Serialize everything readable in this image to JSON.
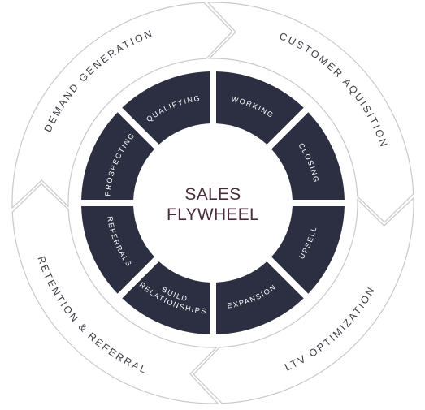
{
  "center": {
    "line1": "SALES",
    "line2": "FLYWHEEL"
  },
  "colors": {
    "segment": "#2c2f42",
    "center_text": "#4a2c3c",
    "outer_stroke": "#c9c9c9",
    "outer_text": "#3d3d47"
  },
  "outer_ring": [
    {
      "id": "customer-aquisition",
      "label": "CUSTOMER AQUISITION"
    },
    {
      "id": "ltv-optimization",
      "label": "LTV OPTIMIZATION"
    },
    {
      "id": "retention-referral",
      "label": "RETENTION & REFERRAL"
    },
    {
      "id": "demand-generation",
      "label": "DEMAND GENERATION"
    }
  ],
  "inner_ring": [
    {
      "id": "working",
      "lines": [
        "WORKING"
      ]
    },
    {
      "id": "closing",
      "lines": [
        "CLOSING"
      ]
    },
    {
      "id": "upsell",
      "lines": [
        "UPSELL"
      ]
    },
    {
      "id": "expansion",
      "lines": [
        "EXPANSION"
      ]
    },
    {
      "id": "build-relationships",
      "lines": [
        "BUILD",
        "RELATIONSHIPS"
      ]
    },
    {
      "id": "referrals",
      "lines": [
        "REFERRALS"
      ]
    },
    {
      "id": "prospecting",
      "lines": [
        "PROSPECTING"
      ]
    },
    {
      "id": "qualifying",
      "lines": [
        "QUALIFYING"
      ]
    }
  ]
}
